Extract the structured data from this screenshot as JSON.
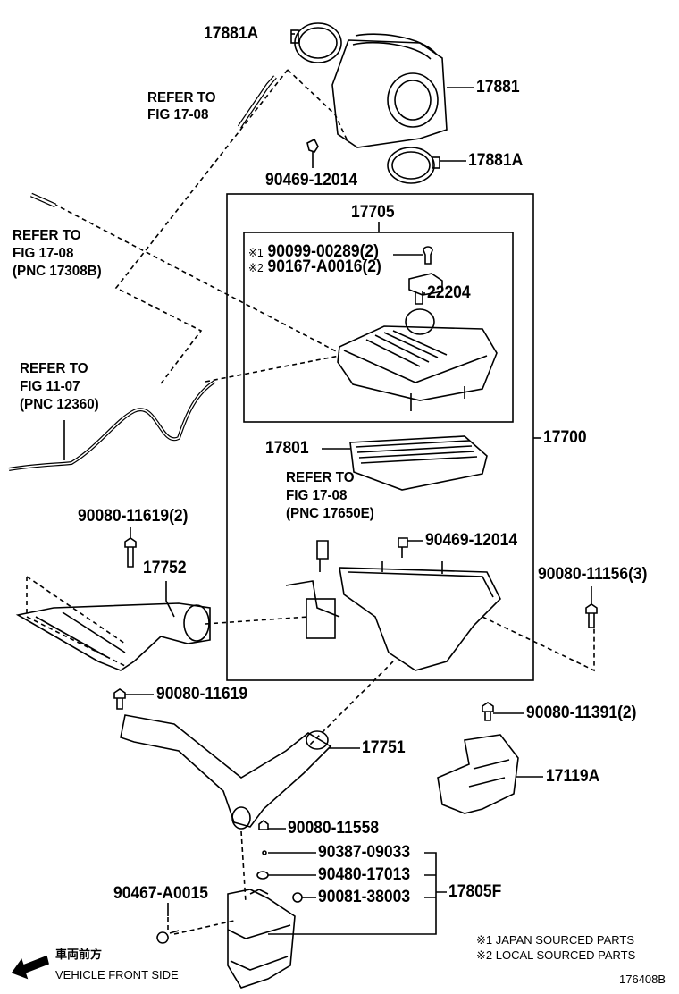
{
  "diagram_id": "176408B",
  "labels": {
    "clamp_top": "17881A",
    "hose_inlet": "17881",
    "clamp_bottom": "17881A",
    "clip_upper": "90469-12014",
    "refer_hose_top": [
      "REFER TO",
      "FIG 17-08"
    ],
    "refer_left_top": [
      "REFER TO",
      "FIG 17-08",
      "(PNC 17308B)"
    ],
    "cap_sub_assy": "17705",
    "screw_japan_mark": "※1",
    "screw_japan": "90099-00289(2)",
    "screw_local_mark": "※2",
    "screw_local": "90167-A0016(2)",
    "sensor": "22204",
    "refer_left_mid": [
      "REFER TO",
      "FIG 11-07",
      "(PNC 12360)"
    ],
    "element": "17801",
    "cleaner_assy": "17700",
    "refer_center": [
      "REFER TO",
      "FIG 17-08",
      "(PNC 17650E)"
    ],
    "bolt_upper_left": "90080-11619(2)",
    "clip_lower": "90469-12014",
    "inlet_duct": "17752",
    "bolt_right": "90080-11156(3)",
    "bolt_mid_left": "90080-11619",
    "bolt_bracket": "90080-11391(2)",
    "inlet_lower": "17751",
    "bracket": "17119A",
    "bolt_lower": "90080-11558",
    "part_90387": "90387-09033",
    "part_90480": "90480-17013",
    "resonator": "17805F",
    "part_90081": "90081-38003",
    "screw_bottom": "90467-A0015"
  },
  "direction": {
    "jp": "車両前方",
    "en": "VEHICLE FRONT SIDE"
  },
  "notes": [
    "※1 JAPAN SOURCED PARTS",
    "※2 LOCAL SOURCED PARTS"
  ]
}
